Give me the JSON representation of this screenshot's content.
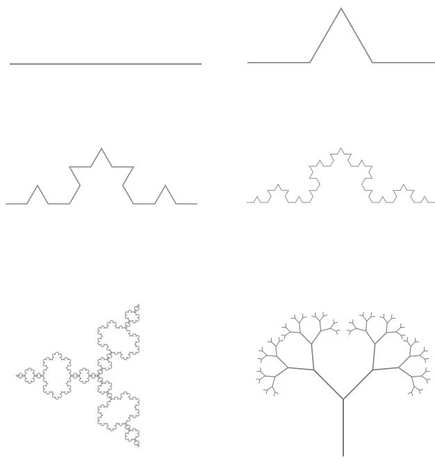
{
  "figure": {
    "colors": {
      "background": "#ffffff",
      "koch_stroke": "#8a8a8a",
      "tree_stroke": "#7a7a7a"
    },
    "panels": [
      {
        "id": "koch-iteration-0",
        "kind": "koch-curve",
        "order": 0
      },
      {
        "id": "koch-iteration-1",
        "kind": "koch-curve",
        "order": 1
      },
      {
        "id": "koch-iteration-2",
        "kind": "koch-curve",
        "order": 2
      },
      {
        "id": "koch-iteration-3",
        "kind": "koch-curve",
        "order": 3
      },
      {
        "id": "koch-snowflake",
        "kind": "koch-snowflake",
        "order": 4
      },
      {
        "id": "fractal-tree",
        "kind": "binary-tree",
        "depth": 6
      }
    ]
  }
}
